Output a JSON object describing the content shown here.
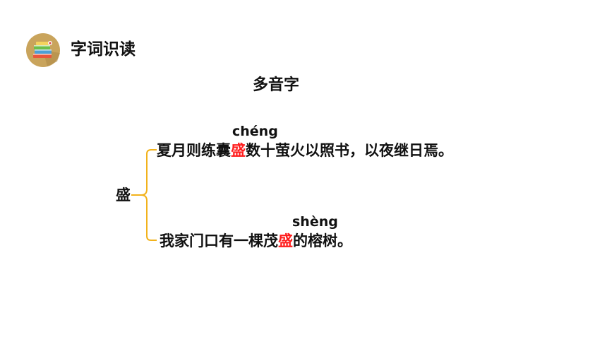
{
  "header": {
    "title": "字词识读",
    "icon": "books-icon"
  },
  "subtitle": "多音字",
  "character": "盛",
  "readings": [
    {
      "pinyin": "chéng",
      "before": "夏月则练囊",
      "char": "盛",
      "after": "数十萤火以照书，以夜继日焉。"
    },
    {
      "pinyin": "shèng",
      "before": "我家门口有一棵茂",
      "char": "盛",
      "after": "的榕树。"
    }
  ],
  "colors": {
    "highlight": "#ff1c1c",
    "bracket": "#f2b21b",
    "icon_circle": "#c9a45c"
  }
}
